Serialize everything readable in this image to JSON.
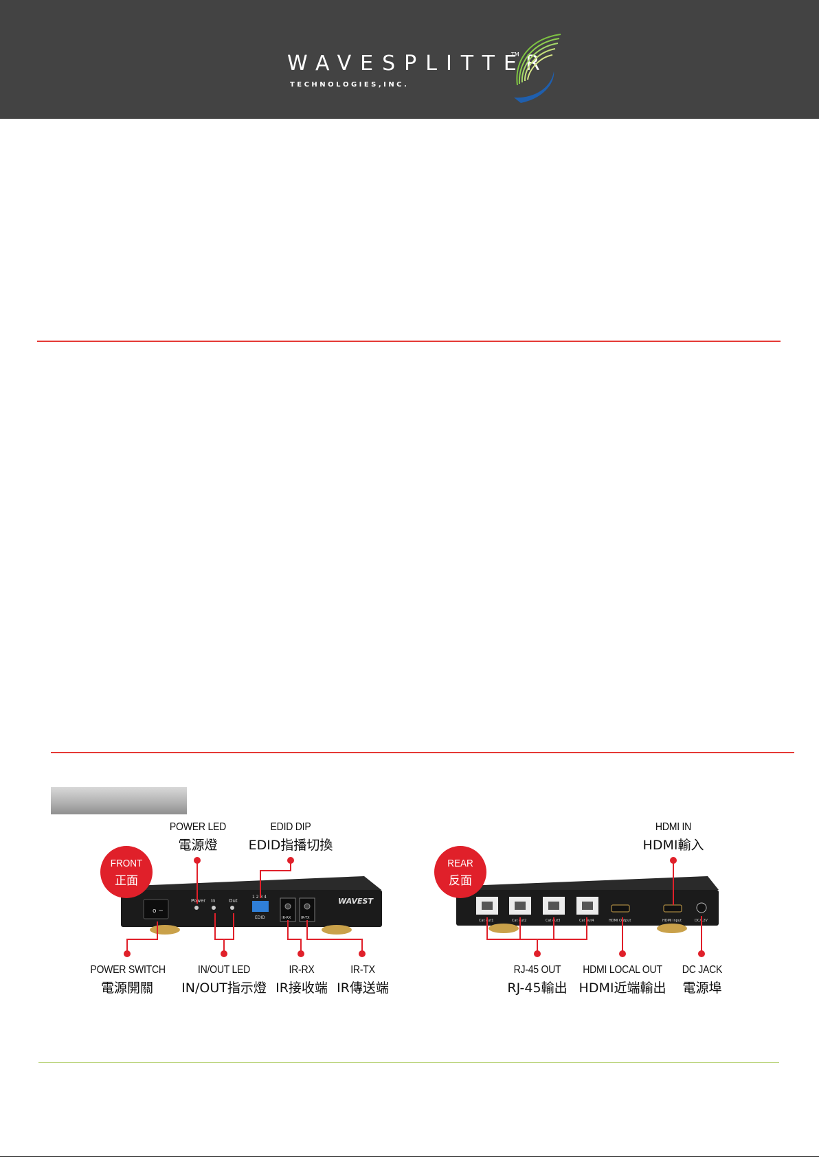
{
  "header": {
    "logo_wordmark": "WAVESPLITTER",
    "logo_tm": "TM",
    "logo_tagline": "T E C H N O L O G I E S ,   I N C ."
  },
  "front_panel": {
    "badge": {
      "en": "FRONT",
      "zh": "正面"
    },
    "device_text": {
      "power": "Power",
      "in": "In",
      "out": "Out",
      "edid": "EDID",
      "dip_numbers": "1 2 3 4",
      "ir_rx": "IR-RX",
      "ir_tx": "IR-TX",
      "brand": "WAVEST"
    },
    "labels": {
      "power_led": {
        "en": "POWER LED",
        "zh": "電源燈"
      },
      "edid_dip": {
        "en": "EDID DIP",
        "zh": "EDID指播切換"
      },
      "power_switch": {
        "en": "POWER SWITCH",
        "zh": "電源開關"
      },
      "inout_led": {
        "en": "IN/OUT LED",
        "zh": "IN/OUT指示燈"
      },
      "ir_rx": {
        "en": "IR-RX",
        "zh": "IR接收端"
      },
      "ir_tx": {
        "en": "IR-TX",
        "zh": "IR傳送端"
      }
    }
  },
  "rear_panel": {
    "badge": {
      "en": "REAR",
      "zh": "反面"
    },
    "device_text": {
      "cat1": "Cat out1",
      "cat2": "Cat out2",
      "cat3": "Cat out3",
      "cat4": "Cat out4",
      "hdmi_out": "HDMI Output",
      "hdmi_in": "HDMI Input",
      "dc": "DC/12V"
    },
    "labels": {
      "hdmi_in": {
        "en": "HDMI IN",
        "zh": "HDMI輸入"
      },
      "rj45_out": {
        "en": "RJ-45 OUT",
        "zh": "RJ-45輸出"
      },
      "hdmi_local_out": {
        "en": "HDMI LOCAL OUT",
        "zh": "HDMI近端輸出"
      },
      "dc_jack": {
        "en": "DC JACK",
        "zh": "電源埠"
      }
    }
  },
  "colors": {
    "header_bg": "#434343",
    "accent_red": "#e53935",
    "badge_red": "#e0202a",
    "green_rule": "#b9d37a",
    "logo_blue": "#1f5fae",
    "logo_green": "#7dc242"
  }
}
